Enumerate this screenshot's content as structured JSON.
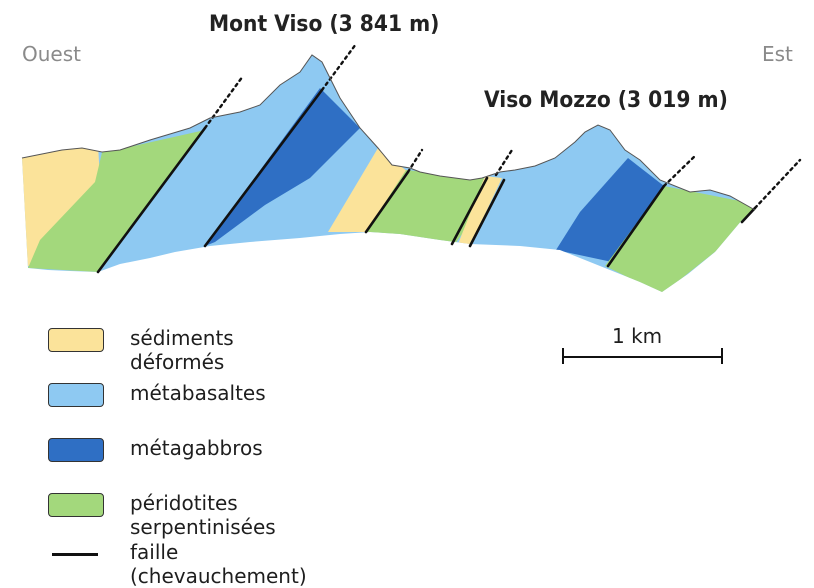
{
  "directions": {
    "west": "Ouest",
    "east": "Est"
  },
  "peaks": {
    "mont_viso": "Mont Viso (3 841 m)",
    "viso_mozzo": "Viso Mozzo (3 019 m)"
  },
  "scale": {
    "label": "1 km"
  },
  "colors": {
    "sediments": "#fbe39a",
    "metabasaltes": "#8ec9f2",
    "metagabbros": "#2f6fc4",
    "peridotites": "#a3d87c",
    "faille": "#111111"
  },
  "legend": [
    {
      "key": "sediments",
      "label": "sédiments déformés"
    },
    {
      "key": "metabasaltes",
      "label": "métabasaltes"
    },
    {
      "key": "metagabbros",
      "label": "métagabbros"
    },
    {
      "key": "peridotites",
      "label": "péridotites serpentinisées"
    },
    {
      "key": "faille",
      "label": "faille (chevauchement)"
    }
  ]
}
